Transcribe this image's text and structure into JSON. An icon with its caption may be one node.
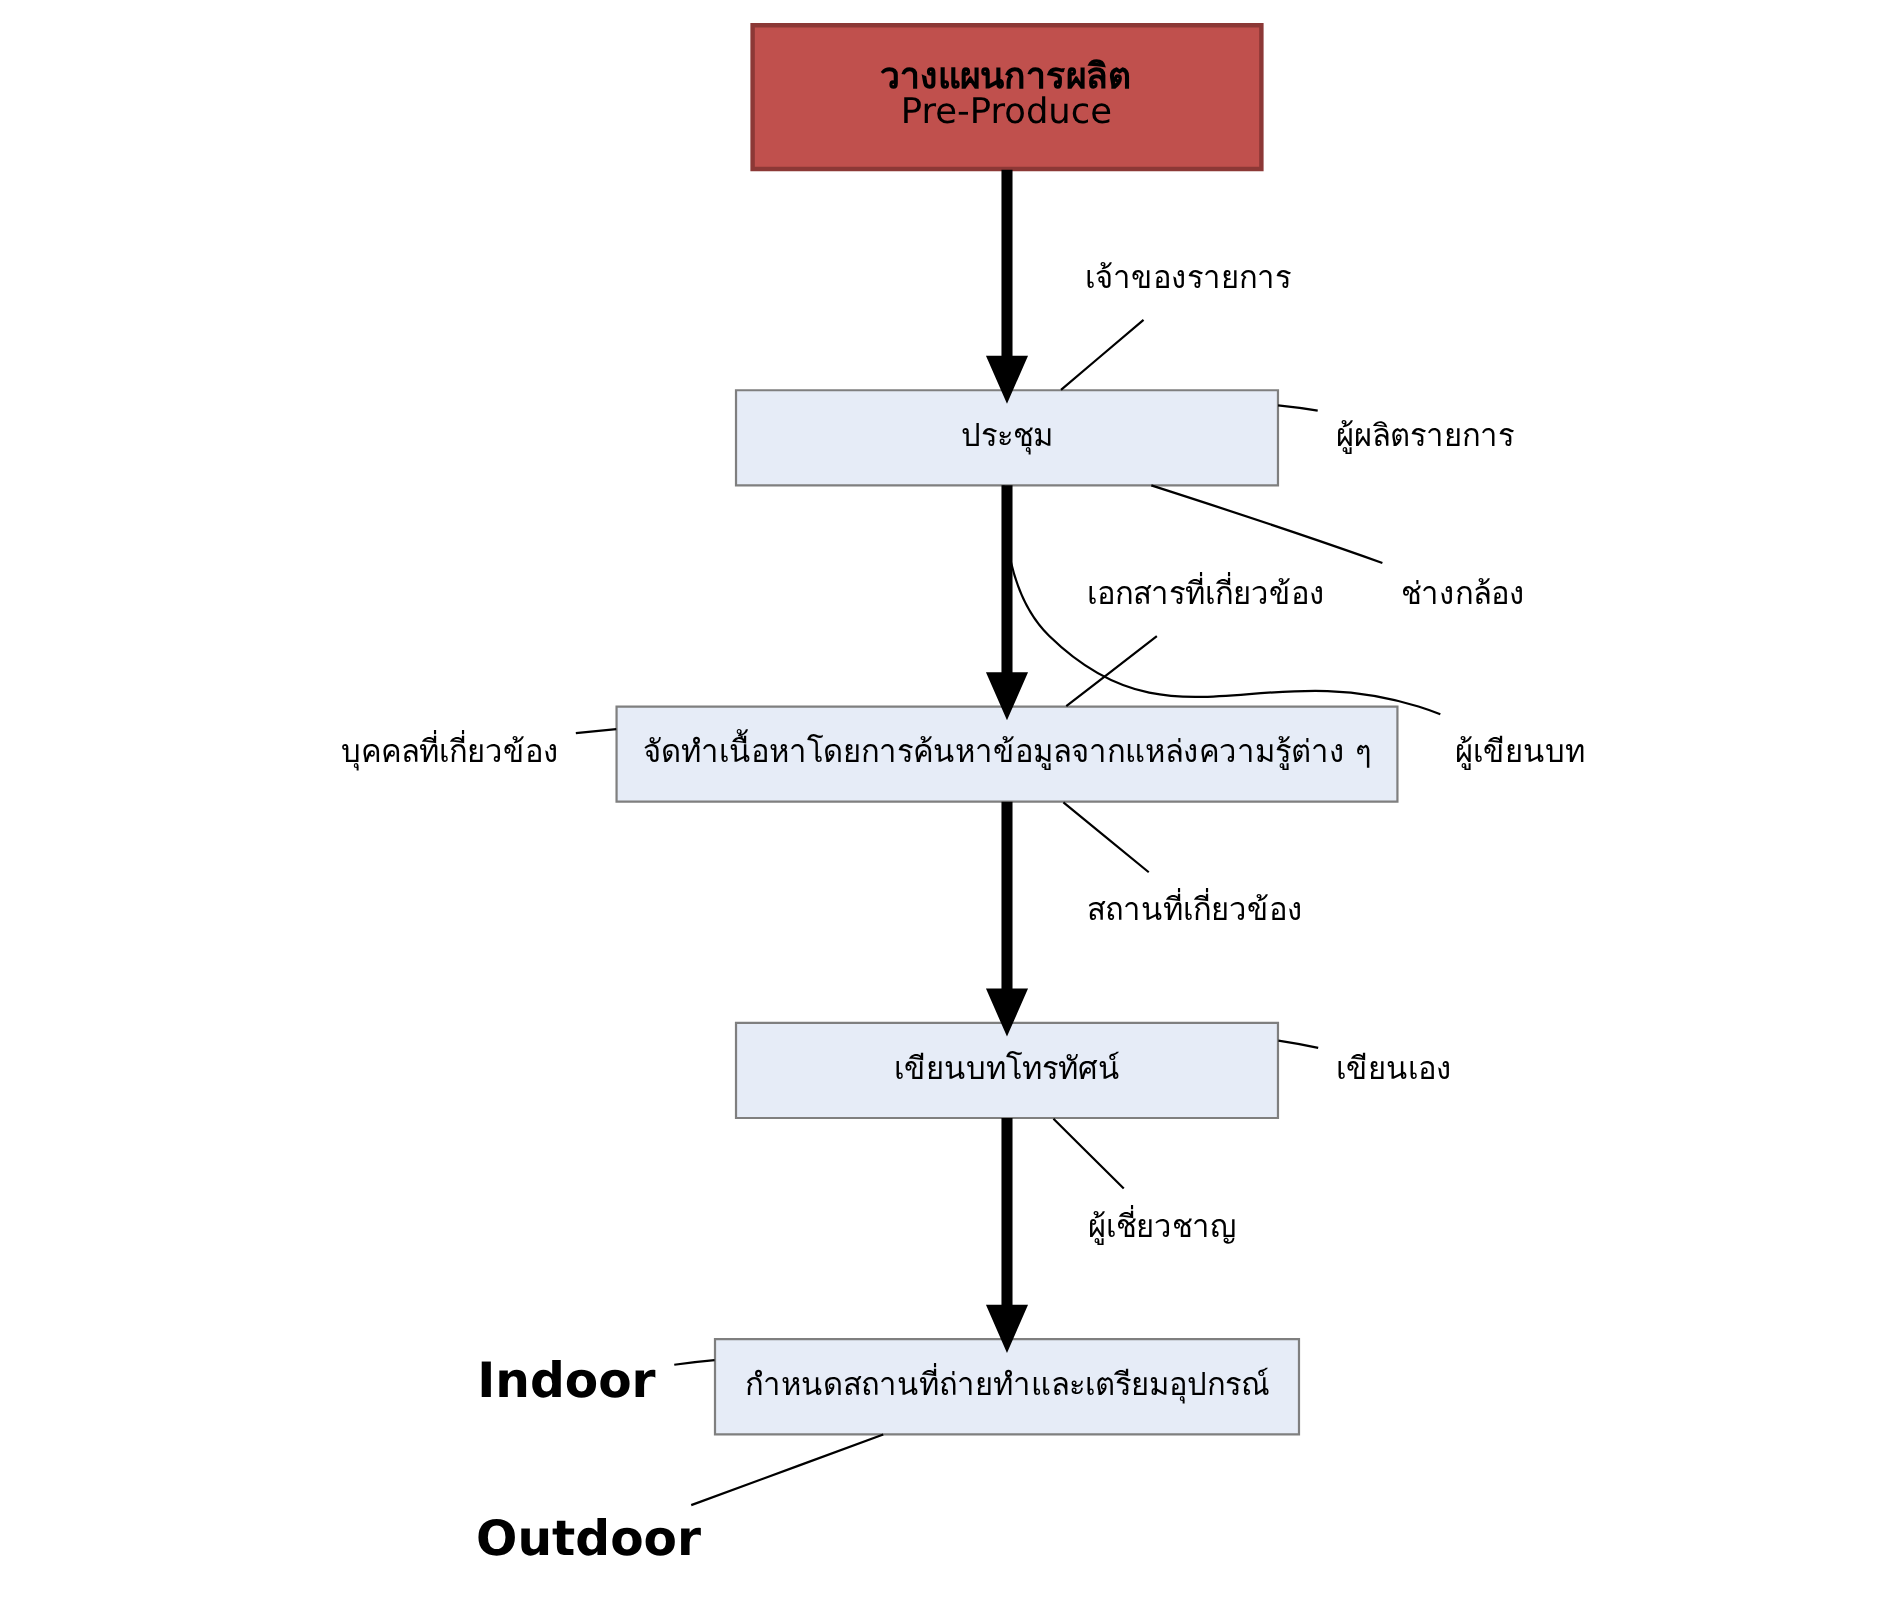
{
  "diagram": {
    "nodes": [
      {
        "text": [
          "วางแผนการผลิต",
          "Pre-Produce"
        ]
      },
      {
        "text": [
          "ประชุม"
        ]
      },
      {
        "text": [
          "จัดทำเนื้อหาโดยการค้นหาข้อมูลจากแหล่งความรู้ต่าง ๆ"
        ]
      },
      {
        "text": [
          "เขียนบทโทรทัศน์"
        ]
      },
      {
        "text": [
          "กำหนดสถานที่ถ่ายทำและเตรียมอุปกรณ์"
        ]
      },
      {
        "text": [
          "เจ้าของรายการ"
        ]
      },
      {
        "text": [
          "ผู้ผลิตรายการ"
        ]
      },
      {
        "text": [
          "ช่างกล้อง"
        ]
      },
      {
        "text": [
          "ผู้เขียนบท"
        ]
      },
      {
        "text": [
          "เอกสารที่เกี่ยวข้อง"
        ]
      },
      {
        "text": [
          "บุคคลที่เกี่ยวข้อง"
        ]
      },
      {
        "text": [
          "สถานที่เกี่ยวข้อง"
        ]
      },
      {
        "text": [
          "เขียนเอง"
        ]
      },
      {
        "text": [
          "ผู้เชี่ยวชาญ"
        ]
      },
      {
        "text": [
          "Indoor"
        ]
      },
      {
        "text": [
          "Outdoor"
        ]
      }
    ],
    "edges": [
      {
        "from": 0,
        "to": 1,
        "arrow": "to",
        "style": "thick"
      },
      {
        "from": 1,
        "to": 2,
        "arrow": "to",
        "style": "thick"
      },
      {
        "from": 2,
        "to": 3,
        "arrow": "to",
        "style": "thick"
      },
      {
        "from": 3,
        "to": 4,
        "arrow": "to",
        "style": "thick"
      },
      {
        "from": 1,
        "to": 5,
        "arrow": "none"
      },
      {
        "from": 1,
        "to": 6,
        "arrow": "none"
      },
      {
        "from": 1,
        "to": 7,
        "arrow": "none"
      },
      {
        "from": 1,
        "to": 8,
        "arrow": "none"
      },
      {
        "from": 2,
        "to": 9,
        "arrow": "none"
      },
      {
        "from": 2,
        "to": 10,
        "arrow": "none"
      },
      {
        "from": 2,
        "to": 11,
        "arrow": "none"
      },
      {
        "from": 3,
        "to": 12,
        "arrow": "none"
      },
      {
        "from": 3,
        "to": 13,
        "arrow": "none"
      },
      {
        "from": 4,
        "to": 14,
        "arrow": "none"
      },
      {
        "from": 4,
        "to": 15,
        "arrow": "none"
      }
    ]
  }
}
